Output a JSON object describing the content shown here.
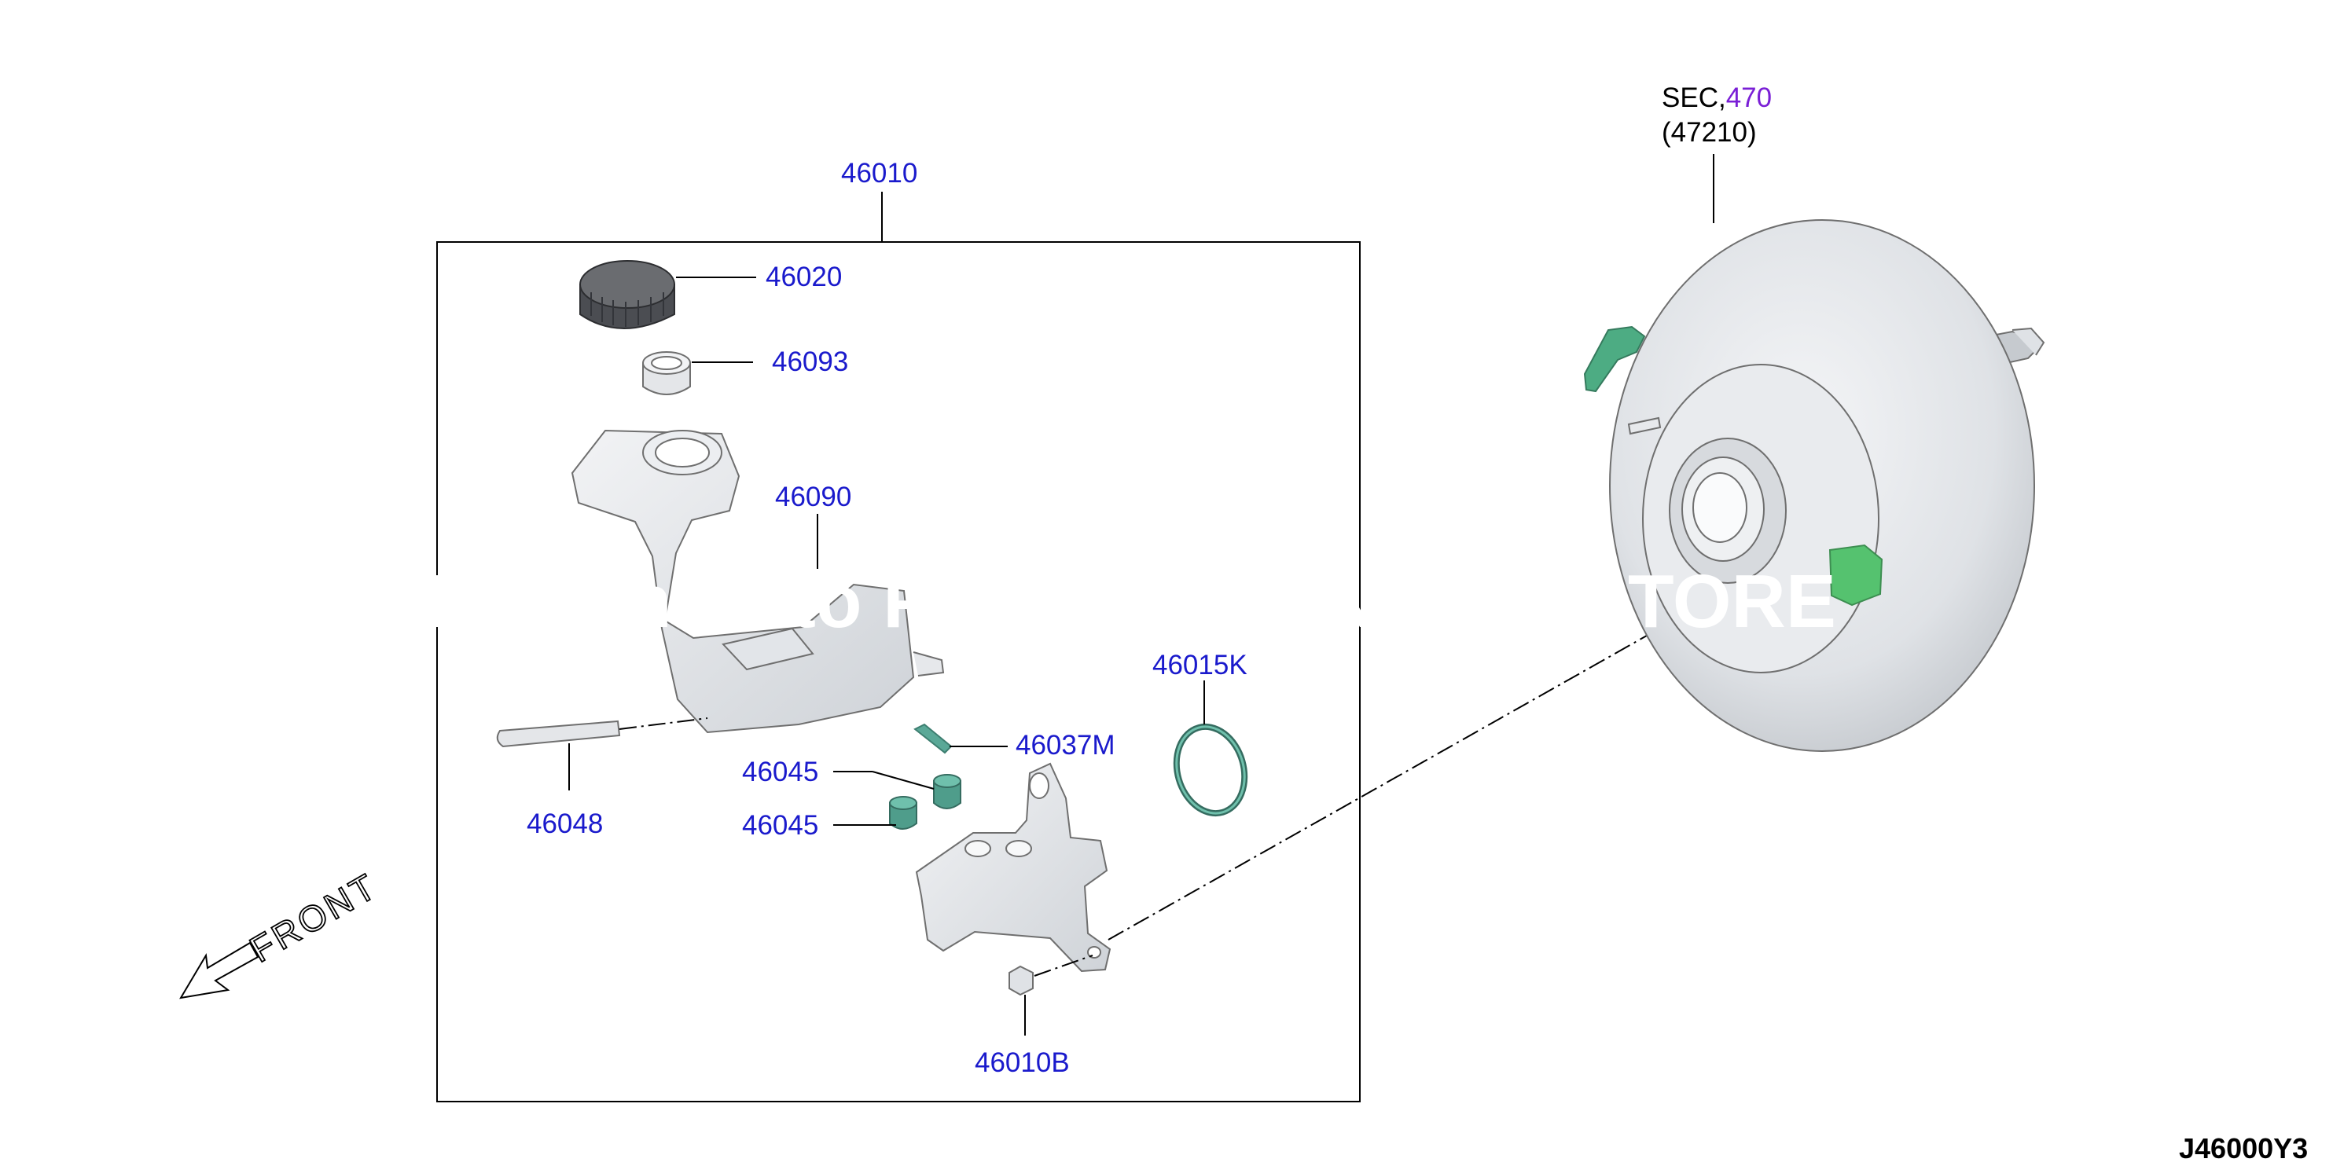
{
  "diagram": {
    "link_color": "#1a1acc",
    "sec_link_color": "#7a1fd6",
    "callouts": {
      "p46010": "46010",
      "p46020": "46020",
      "p46093": "46093",
      "p46090": "46090",
      "p46015K": "46015K",
      "p46037M": "46037M",
      "p46045a": "46045",
      "p46045b": "46045",
      "p46048": "46048",
      "p46010B": "46010B"
    },
    "section_ref": {
      "prefix": "SEC,",
      "number": "470",
      "sub": "(47210)"
    },
    "front_label": "FRONT",
    "watermark": "Nissan Auto Parts NISSANPARTSTORE",
    "doc_id": "J46000Y3"
  }
}
